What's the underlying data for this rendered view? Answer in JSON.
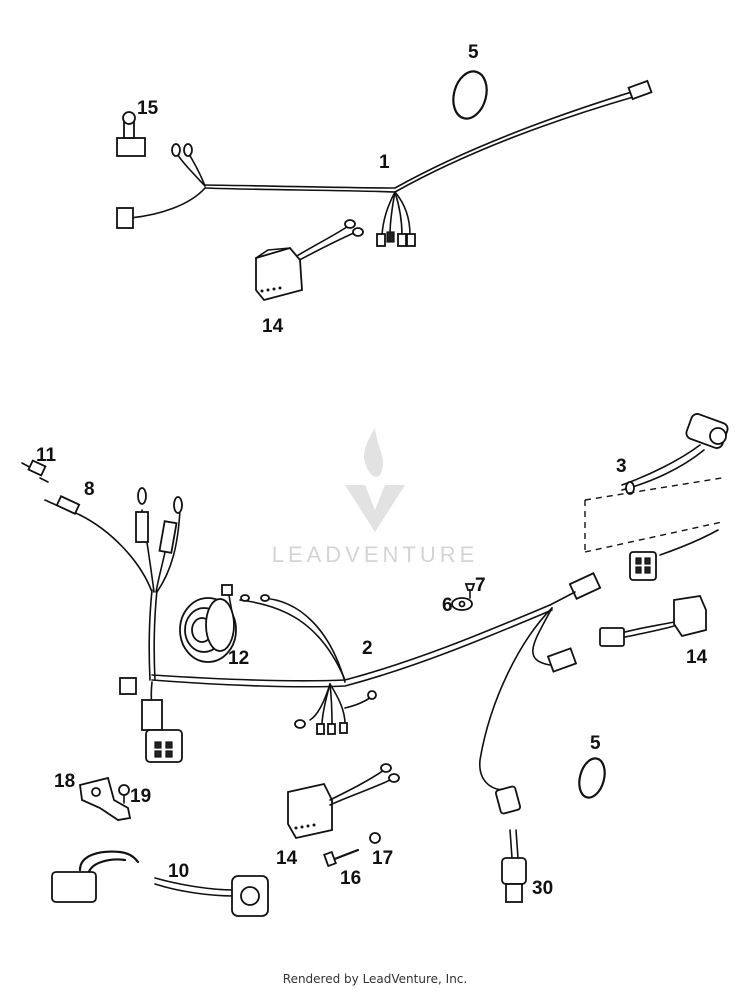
{
  "diagram": {
    "callouts": {
      "c1": "1",
      "c2": "2",
      "c3": "3",
      "c5a": "5",
      "c5b": "5",
      "c6": "6",
      "c7": "7",
      "c8": "8",
      "c10": "10",
      "c11": "11",
      "c12": "12",
      "c14a": "14",
      "c14b": "14",
      "c14c": "14",
      "c15": "15",
      "c16": "16",
      "c17": "17",
      "c18": "18",
      "c19": "19",
      "c30": "30"
    },
    "watermark": "LEADVENTURE"
  },
  "footer": {
    "text": "Rendered by LeadVenture, Inc."
  }
}
